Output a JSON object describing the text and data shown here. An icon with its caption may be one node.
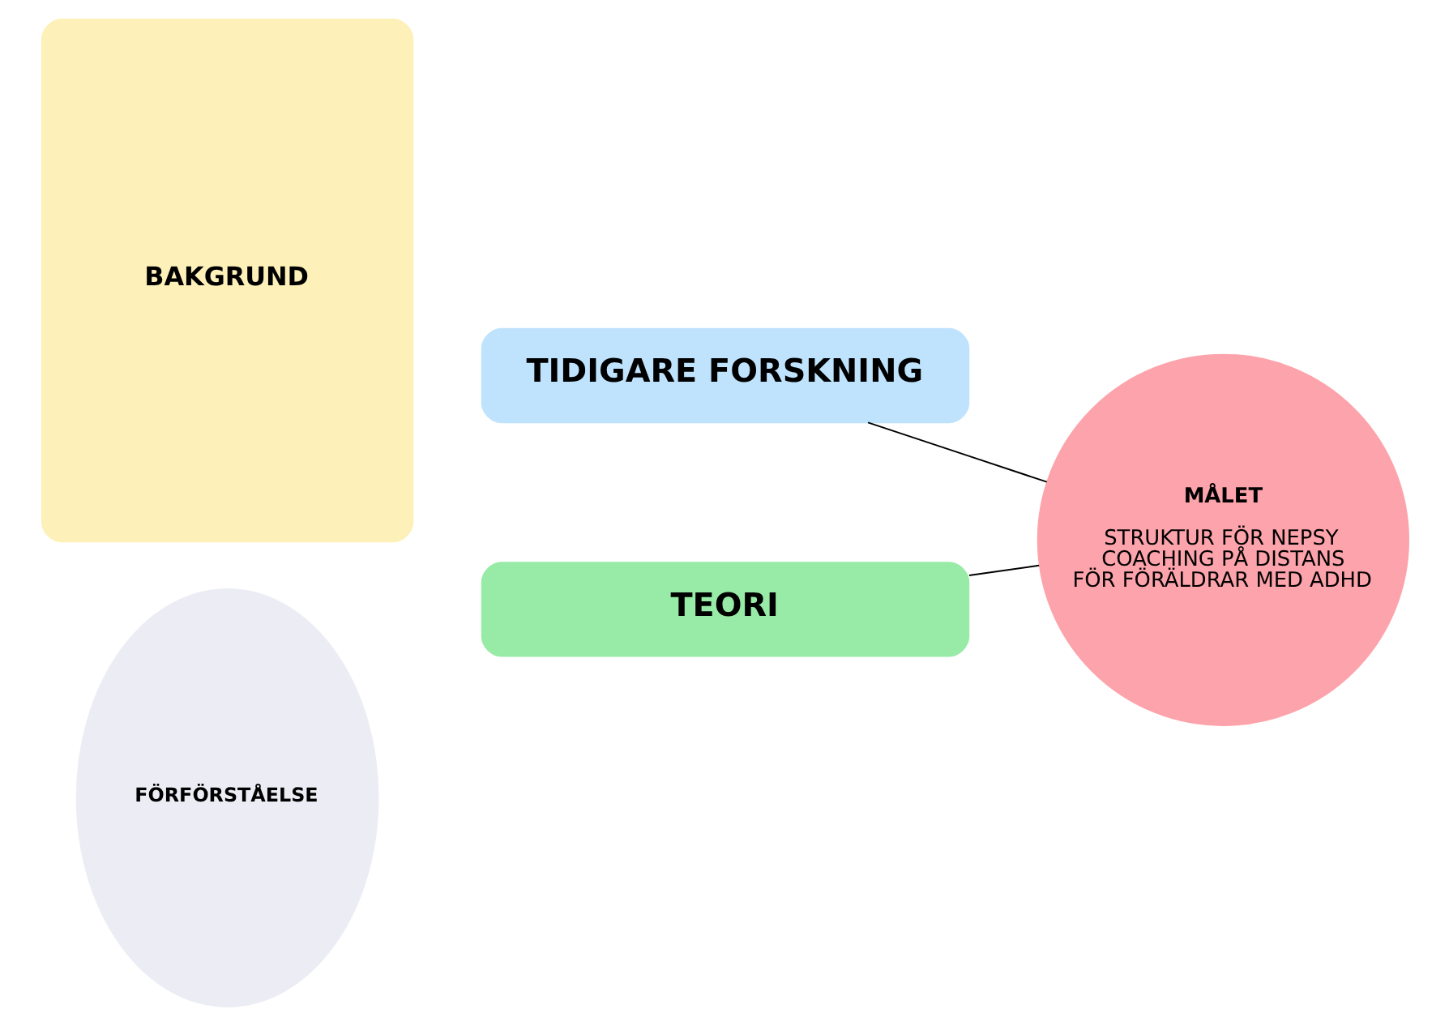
{
  "diagram": {
    "nodes": [
      {
        "text": [
          "BAKGRUND"
        ]
      },
      {
        "text": [
          "FÖRFÖRSTÅELSE"
        ]
      },
      {
        "text": [
          "TIDIGARE FORSKNING"
        ]
      },
      {
        "text": [
          "TEORI"
        ]
      },
      {
        "text": [
          "MÅLET",
          "STRUKTUR FÖR NEPSY COACHING PÅ DISTANS FÖR FÖRÄLDRAR MED ADHD"
        ]
      }
    ],
    "edges": [
      {
        "from": 2,
        "to": 4,
        "arrow": "none"
      },
      {
        "from": 3,
        "to": 4,
        "arrow": "none"
      }
    ]
  }
}
